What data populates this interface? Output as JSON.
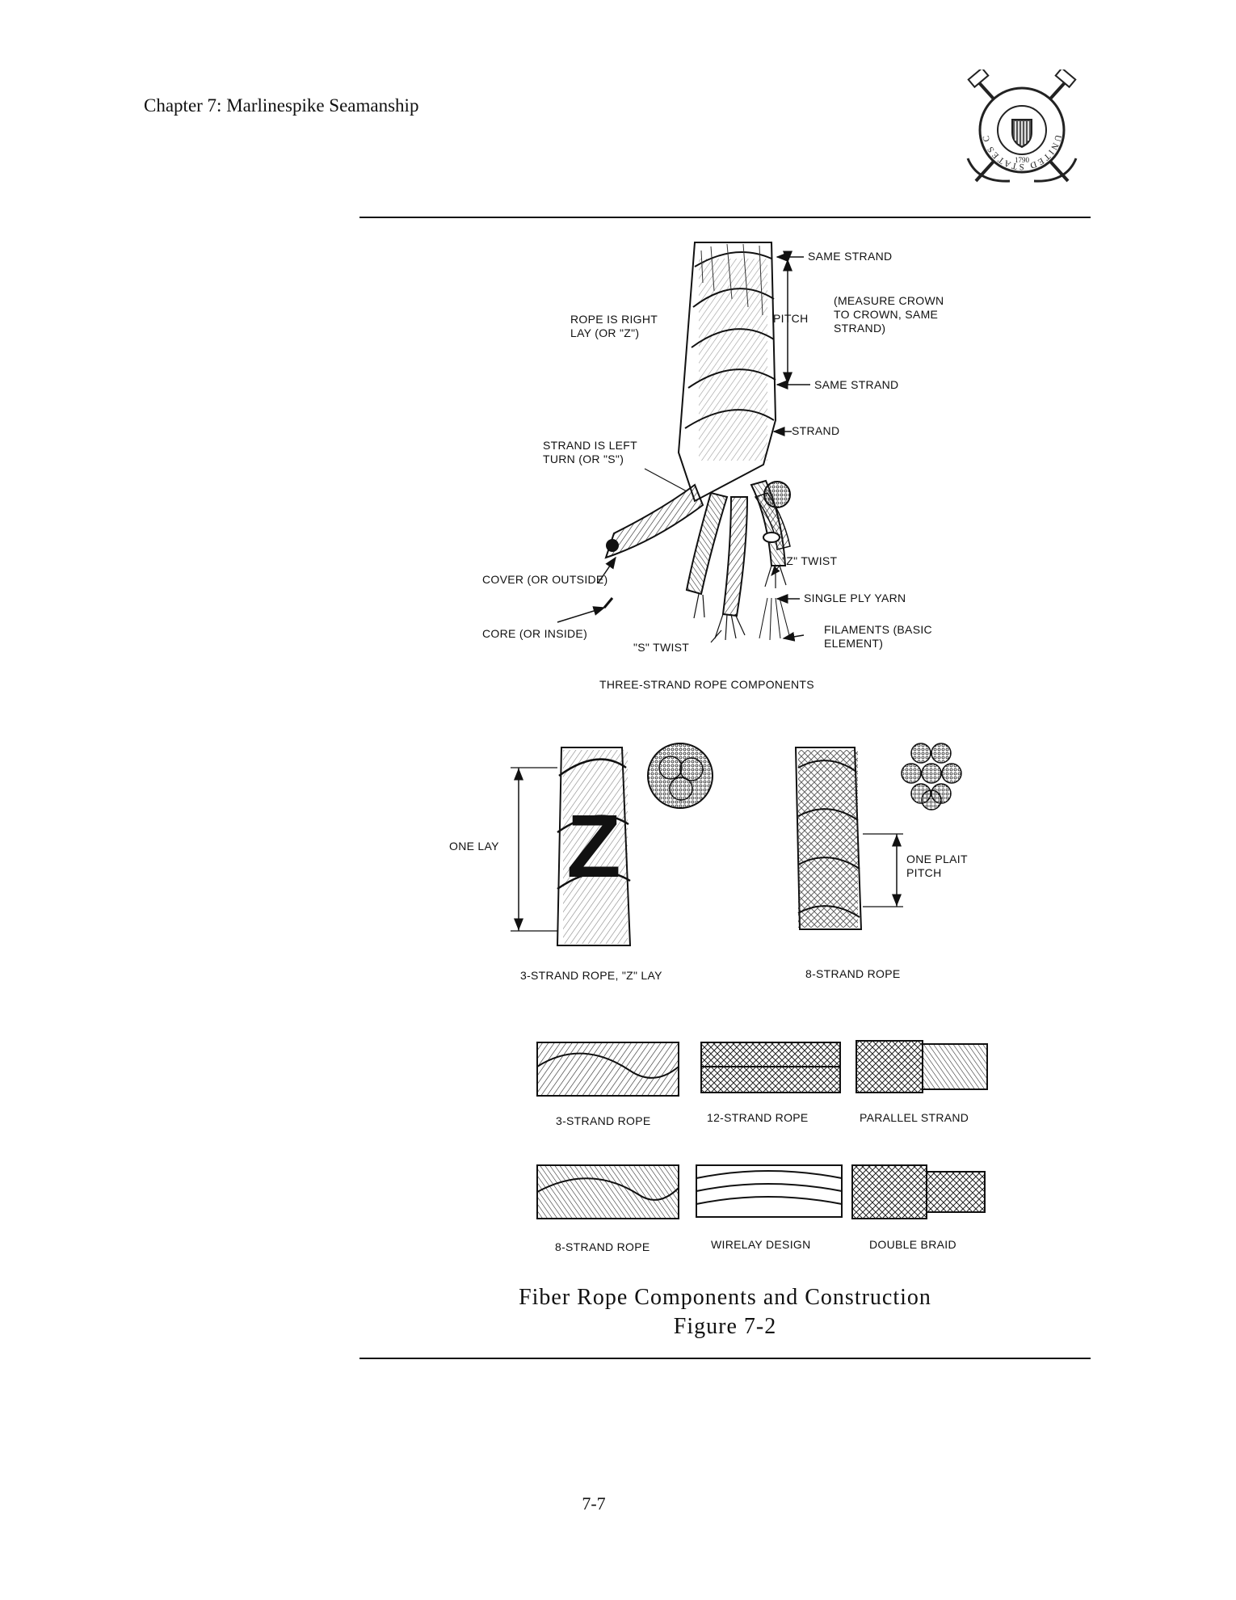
{
  "header": {
    "chapter_title": "Chapter 7: Marlinespike Seamanship"
  },
  "seal": {
    "text": "UNITED STATES COAST GUARD",
    "year": "1790"
  },
  "figure": {
    "top_panel": {
      "title": "THREE-STRAND ROPE COMPONENTS",
      "labels": {
        "same_strand_top": "SAME STRAND",
        "pitch": "PITCH",
        "measure_1": "(MEASURE CROWN",
        "measure_2": "TO CROWN, SAME",
        "measure_3": "STRAND)",
        "same_strand_bottom": "SAME STRAND",
        "strand": "STRAND",
        "rope_lay_1": "ROPE IS RIGHT",
        "rope_lay_2": "LAY (OR \"Z\")",
        "strand_turn_1": "STRAND IS LEFT",
        "strand_turn_2": "TURN (OR \"S\")",
        "z_twist": "\"Z\" TWIST",
        "single_ply": "SINGLE PLY YARN",
        "filaments_1": "FILAMENTS (BASIC",
        "filaments_2": "ELEMENT)",
        "cover": "COVER (OR OUTSIDE)",
        "core": "CORE (OR INSIDE)",
        "s_twist": "\"S\" TWIST"
      }
    },
    "middle_panel": {
      "one_lay": "ONE LAY",
      "z_letter": "Z",
      "left_caption": "3-STRAND ROPE, \"Z\" LAY",
      "plait_1": "ONE PLAIT",
      "plait_2": "PITCH",
      "right_caption": "8-STRAND ROPE"
    },
    "bottom_panel": {
      "row1": [
        "3-STRAND ROPE",
        "12-STRAND ROPE",
        "PARALLEL STRAND"
      ],
      "row2": [
        "8-STRAND ROPE",
        "WIRELAY DESIGN",
        "DOUBLE BRAID"
      ]
    },
    "caption_line1": "Fiber Rope Components and Construction",
    "caption_line2": "Figure 7-2"
  },
  "page_number": "7-7"
}
